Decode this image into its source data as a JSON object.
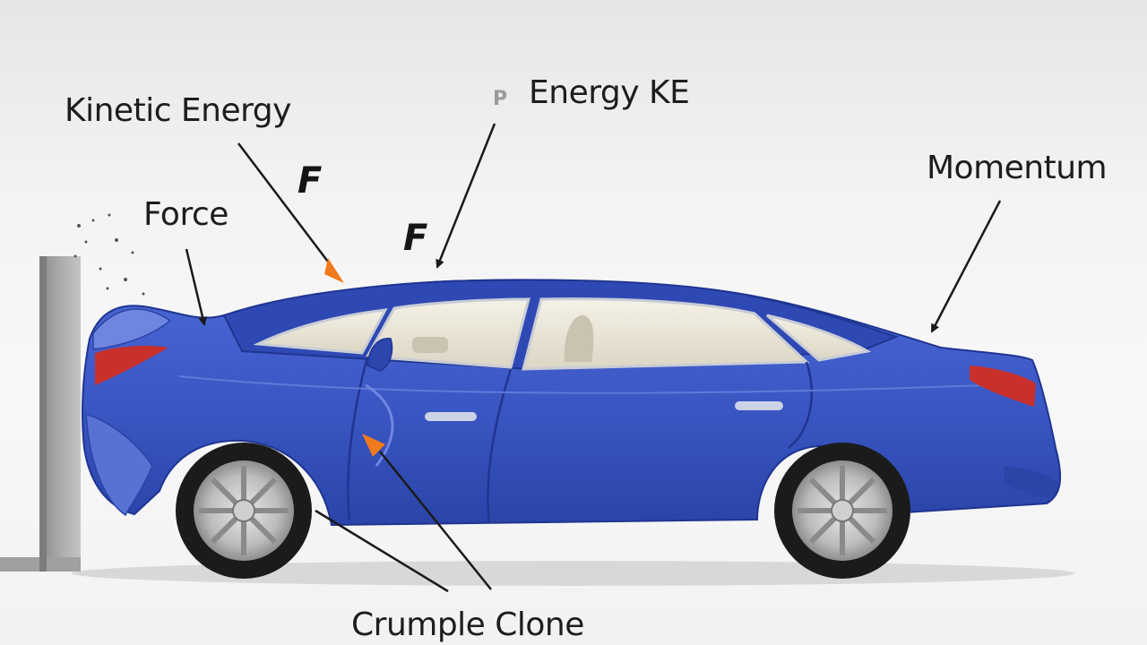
{
  "labels": {
    "kinetic_energy": "Kinetic Energy",
    "energy_ke": "Energy  KE",
    "force": "Force",
    "momentum": "Momentum",
    "crumple_zone": "Crumple Clone",
    "force_mark_1": "F",
    "force_mark_2": "F",
    "small_icon": "P"
  },
  "colors": {
    "car_body": "#3a57c4",
    "car_body_dark": "#243a96",
    "arrow_orange": "#f07a1e",
    "wall": "#a8a8a8",
    "label_text": "#1d1d1d"
  }
}
